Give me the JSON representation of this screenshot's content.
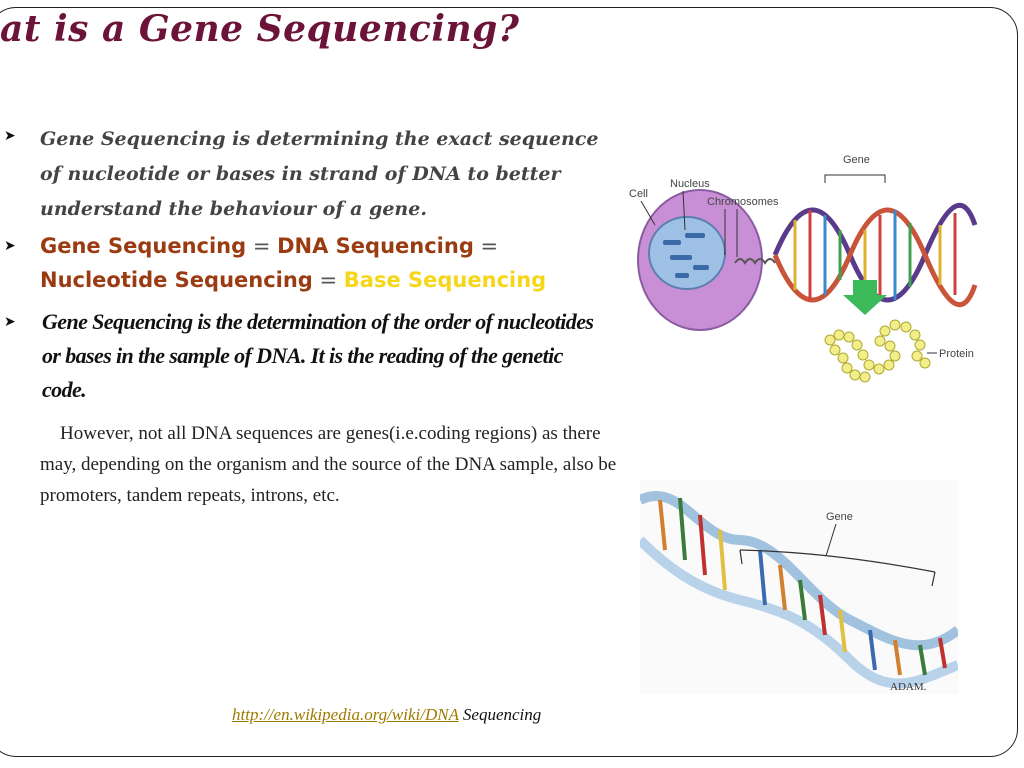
{
  "title": "at is a Gene Sequencing?",
  "bullets": {
    "b1": "Gene Sequencing  is determining the exact sequence of nucleotide or bases in strand of DNA to better understand the behaviour of a gene.",
    "b2": {
      "t1": "Gene Sequencing",
      "eq1": " = ",
      "t2": "DNA Sequencing",
      "eq2": " = ",
      "t3": "Nucleotide Sequencing",
      "eq3": " =  ",
      "t4": "Base Sequencing"
    },
    "b3": "Gene Sequencing  is the determination of the order of nucleotides or bases in the sample of DNA. It is the reading of the genetic code.",
    "b4": "However, not all DNA sequences are genes(i.e.coding regions) as there may, depending on the organism and the source of the DNA sample, also be promoters, tandem repeats, introns, etc."
  },
  "source": {
    "link": "http://en.wikipedia.org/wiki/DNA",
    "suffix": " Sequencing"
  },
  "figure1": {
    "cell": "Cell",
    "nucleus": "Nucleus",
    "chromosomes": "Chromosomes",
    "gene": "Gene",
    "protein": "Protein"
  },
  "figure2": {
    "gene": "Gene",
    "logo": "ADAM."
  },
  "colors": {
    "title": "#6b1338",
    "brown": "#9a3b12",
    "yellow": "#f7d61a",
    "link": "#a07a00"
  }
}
